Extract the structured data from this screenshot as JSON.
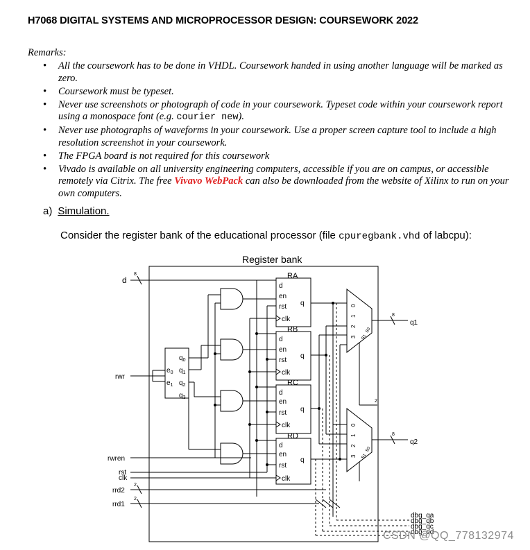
{
  "title": "H7068 DIGITAL SYSTEMS AND MICROPROCESSOR DESIGN: COURSEWORK 2022",
  "remarks_label": "Remarks:",
  "bullets": {
    "b1": "All the coursework has to be done in VHDL. Coursework handed in using another language will be marked as zero.",
    "b2": "Coursework must be typeset.",
    "b3_pre": "Never use screenshots or photograph of code in your coursework. Typeset code within your coursework report using a monospace font (e.g.",
    "b3_code": "courier new",
    "b3_post": ").",
    "b4": "Never use photographs of waveforms in your coursework. Use a proper screen capture tool to include a high resolution screenshot in your coursework.",
    "b5": "The FPGA board is not required for this coursework",
    "b6_pre": "Vivado is available on all university engineering computers, accessible if you are on campus, or accessible remotely via Citrix. The free",
    "b6_highlight": "Vivavo WebPack",
    "b6_post": "can also be downloaded from the website of Xilinx to run on your own computers."
  },
  "section": {
    "letter": "a)",
    "label": "Simulation."
  },
  "consider": {
    "pre": "Consider the register bank of the educational processor (file",
    "code": "cpuregbank.vhd",
    "post": "of labcpu):"
  },
  "diagram": {
    "title": "Register bank",
    "inputs": {
      "d": "d",
      "rwr": "rwr",
      "rwren": "rwren",
      "rst": "rst",
      "clk": "clk",
      "rrd2": "rrd2",
      "rrd1": "rrd1"
    },
    "outputs": {
      "q1": "q1",
      "q2": "q2",
      "dbg_qa": "dbg_qa",
      "dbg_qb": "dbg_qb",
      "dbg_qc": "dbg_qc",
      "dbg_qd": "dbg_qd"
    },
    "bus_widths": {
      "data": "8",
      "select": "2"
    },
    "registers": [
      {
        "name": "RA",
        "d": "d",
        "en": "en",
        "rst": "rst",
        "clk": "clk",
        "q": "q"
      },
      {
        "name": "RB",
        "d": "d",
        "en": "en",
        "rst": "rst",
        "clk": "clk",
        "q": "q"
      },
      {
        "name": "RC",
        "d": "d",
        "en": "en",
        "rst": "rst",
        "clk": "clk",
        "q": "q"
      },
      {
        "name": "RD",
        "d": "d",
        "en": "en",
        "rst": "rst",
        "clk": "clk",
        "q": "q"
      }
    ],
    "decoder": {
      "in0": "e",
      "in0_sub": "0",
      "in1": "e",
      "in1_sub": "1",
      "out0": "q",
      "out0_sub": "0",
      "out1": "q",
      "out1_sub": "1",
      "out2": "q",
      "out2_sub": "2",
      "out3": "q",
      "out3_sub": "3"
    },
    "mux": {
      "in0": "0",
      "in1": "1",
      "in2": "2",
      "in3": "3",
      "s1": "s",
      "s1_sub": "1",
      "s0": "s",
      "s0_sub": "0"
    }
  },
  "watermark": "CSDN @QQ_778132974"
}
